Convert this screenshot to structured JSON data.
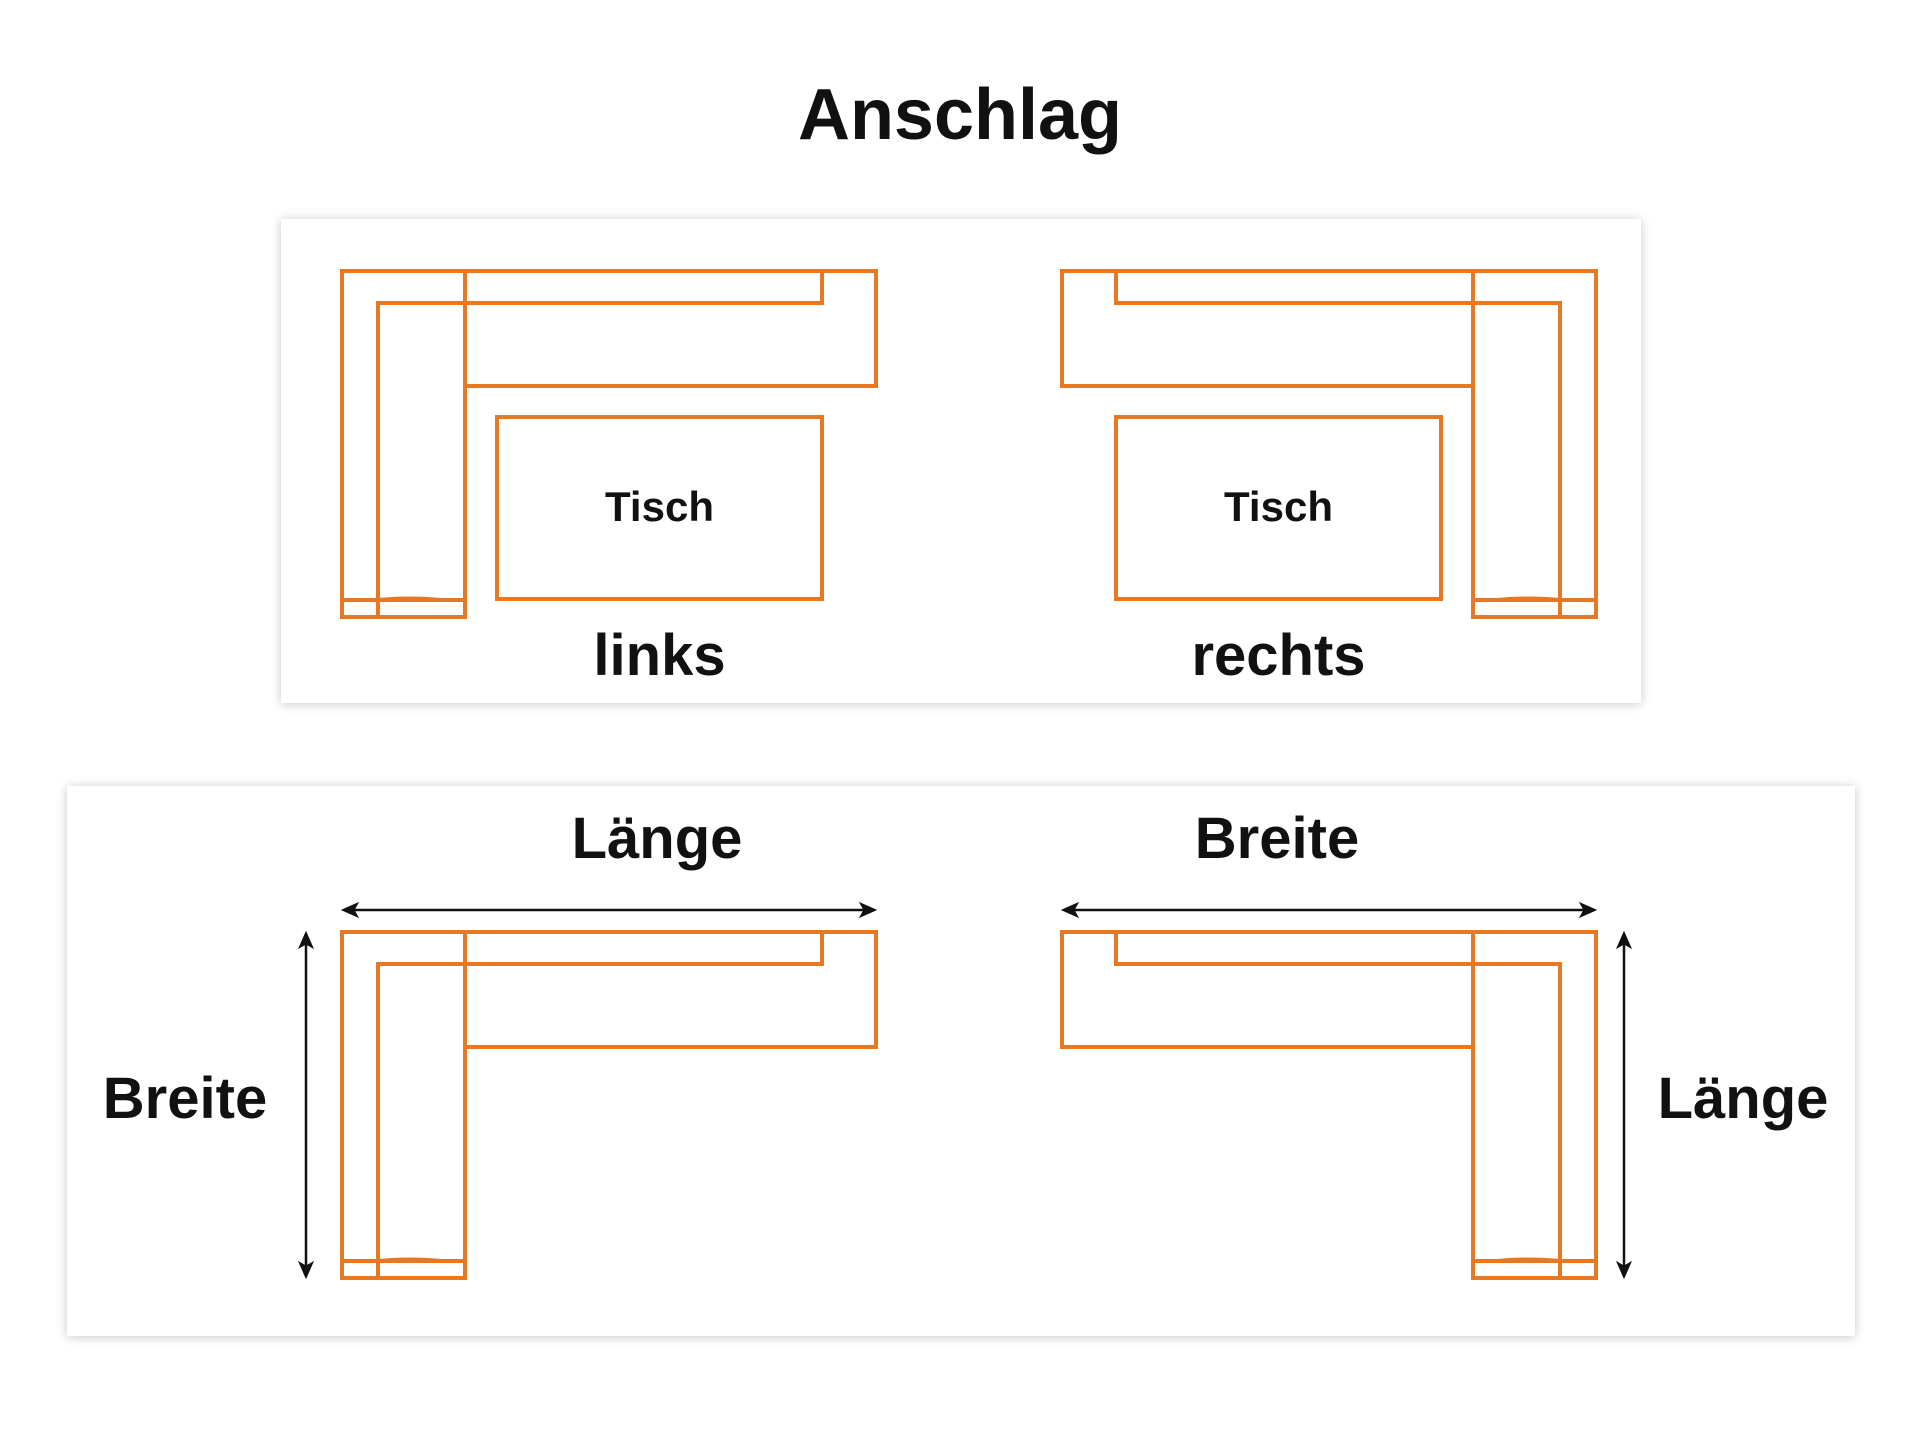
{
  "title": "Anschlag",
  "colors": {
    "sofa_line": "#E87722",
    "arrow_line": "#111111",
    "panel_background": "#FFFFFF",
    "text": "#111111"
  },
  "orientation_panel": {
    "left_variant": {
      "table_label": "Tisch",
      "side_label": "links"
    },
    "right_variant": {
      "table_label": "Tisch",
      "side_label": "rechts"
    }
  },
  "dimension_panel": {
    "left_variant": {
      "top_label": "Länge",
      "side_label": "Breite"
    },
    "right_variant": {
      "top_label": "Breite",
      "side_label": "Länge"
    }
  }
}
